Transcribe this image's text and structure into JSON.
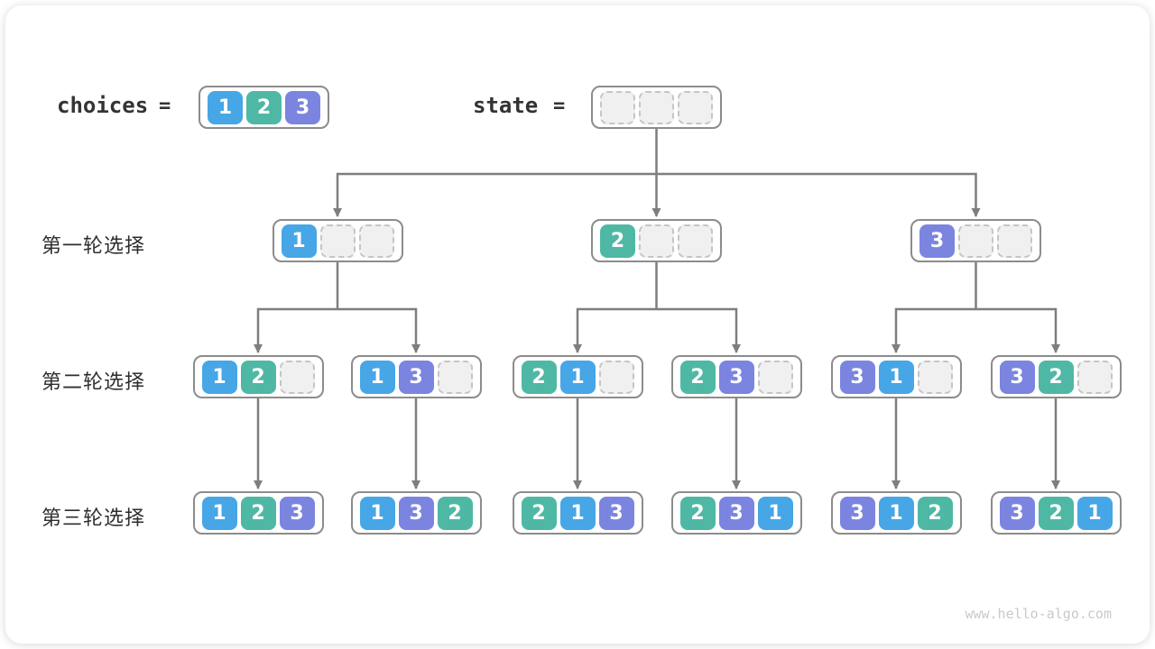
{
  "colors": {
    "1": "#47a6e6",
    "2": "#4fb8a5",
    "3": "#7b85df",
    "arrow": "#7e7e7e",
    "node_border": "#8c8c8c",
    "empty_fill": "#f0f0f0",
    "empty_border": "#c5c5c5"
  },
  "header": {
    "choices_label": "choices",
    "choices_equals": "=",
    "choices_values": [
      "1",
      "2",
      "3"
    ],
    "state_label": "state",
    "state_equals": "=",
    "state_values": [
      null,
      null,
      null
    ]
  },
  "rows": [
    {
      "label": "第一轮选择",
      "nodes": [
        [
          "1",
          null,
          null
        ],
        [
          "2",
          null,
          null
        ],
        [
          "3",
          null,
          null
        ]
      ]
    },
    {
      "label": "第二轮选择",
      "nodes": [
        [
          "1",
          "2",
          null
        ],
        [
          "1",
          "3",
          null
        ],
        [
          "2",
          "1",
          null
        ],
        [
          "2",
          "3",
          null
        ],
        [
          "3",
          "1",
          null
        ],
        [
          "3",
          "2",
          null
        ]
      ]
    },
    {
      "label": "第三轮选择",
      "nodes": [
        [
          "1",
          "2",
          "3"
        ],
        [
          "1",
          "3",
          "2"
        ],
        [
          "2",
          "1",
          "3"
        ],
        [
          "2",
          "3",
          "1"
        ],
        [
          "3",
          "1",
          "2"
        ],
        [
          "3",
          "2",
          "1"
        ]
      ]
    }
  ],
  "watermark": "www.hello-algo.com"
}
